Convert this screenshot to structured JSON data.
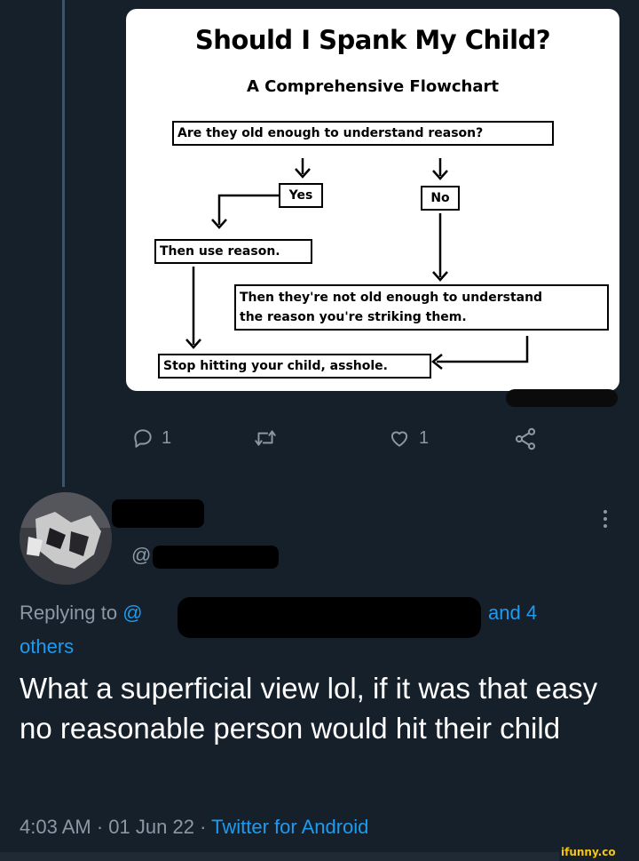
{
  "flowchart": {
    "title": "Should I Spank My Child?",
    "subtitle": "A Comprehensive Flowchart",
    "question": "Are they old enough to understand reason?",
    "yes": "Yes",
    "no": "No",
    "use_reason": "Then use reason.",
    "not_old_line1": "Then they're not old enough to understand",
    "not_old_line2": "the reason you're striking them.",
    "stop": "Stop hitting your child, asshole."
  },
  "actions": {
    "reply_count": "1",
    "like_count": "1"
  },
  "reply": {
    "handle_prefix": "@",
    "replying_to_label": "Replying to",
    "mention_prefix": "@",
    "and_others": "and 4",
    "others": "others",
    "text": "What a superficial view lol, if it was that easy no reasonable person would hit their child",
    "time": "4:03 AM",
    "sep1": "·",
    "date": "01 Jun 22",
    "sep2": "·",
    "source": "Twitter for Android"
  },
  "watermark": "ifunny.co",
  "colors": {
    "background": "#15202b",
    "muted": "#8b98a5",
    "link": "#1d9bf0",
    "thread_line": "#3d5466"
  }
}
